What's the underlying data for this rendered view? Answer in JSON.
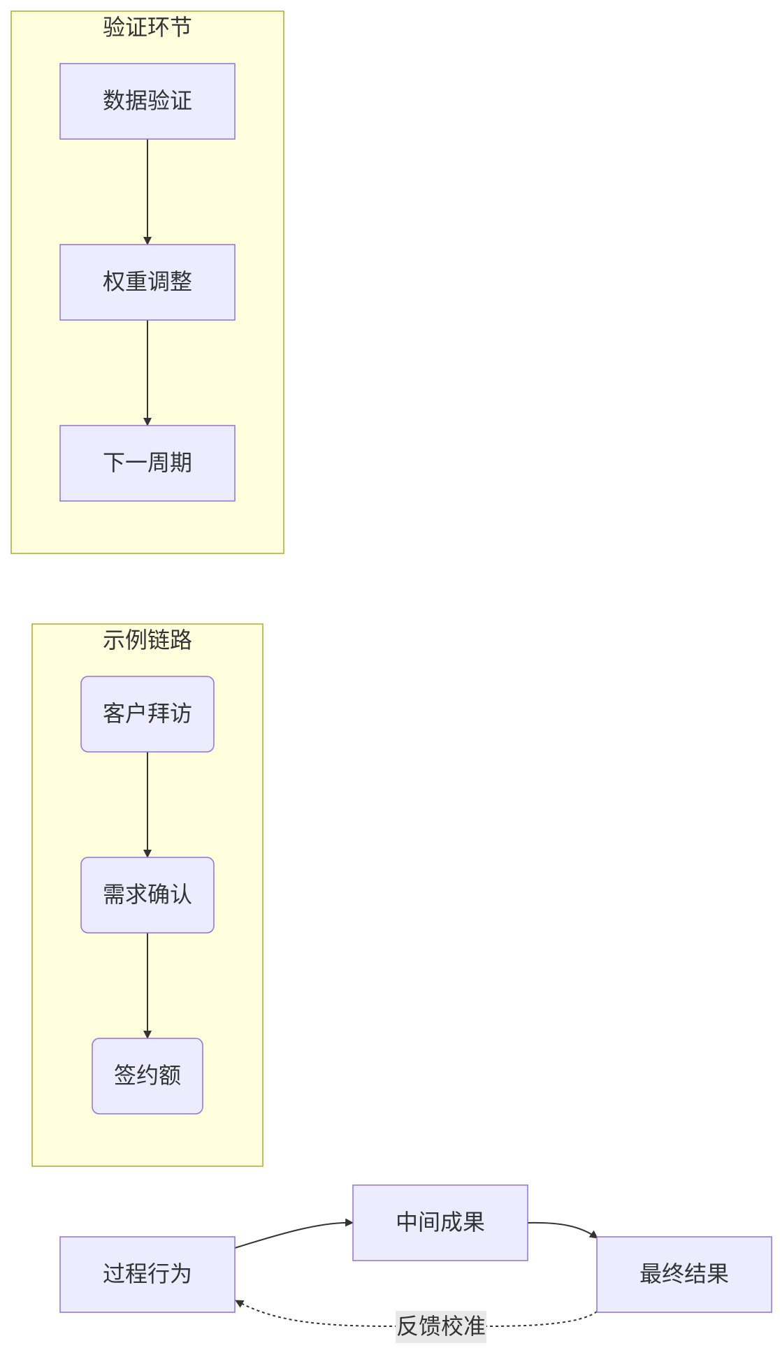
{
  "clusters": {
    "validation": {
      "title": "验证环节"
    },
    "example": {
      "title": "示例链路"
    }
  },
  "nodes": {
    "data_validation": "数据验证",
    "weight_adjust": "权重调整",
    "next_cycle": "下一周期",
    "customer_visit": "客户拜访",
    "need_confirm": "需求确认",
    "contract_amount": "签约额",
    "process_behavior": "过程行为",
    "intermediate_result": "中间成果",
    "final_result": "最终结果"
  },
  "edges": {
    "feedback_label": "反馈校准"
  },
  "colors": {
    "cluster_fill": "#ffffde",
    "cluster_stroke": "#aaaa33",
    "node_fill": "#ececff",
    "node_stroke": "#9370db",
    "edge": "#333333",
    "edge_label_bg": "#e8e8e8"
  }
}
